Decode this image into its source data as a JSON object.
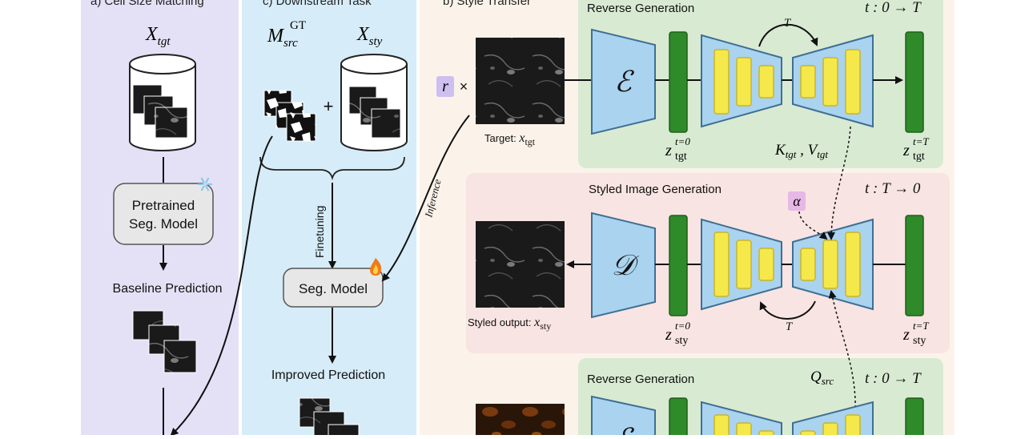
{
  "panels": {
    "a_title": "a) Cell Size Matching",
    "c_title": "c) Downstream Task",
    "b_title": "b) Style Transfer"
  },
  "panel_a": {
    "x_main": "X",
    "x_sub": "tgt",
    "pretrained_l1": "Pretrained",
    "pretrained_l2": "Seg. Model",
    "baseline": "Baseline Prediction"
  },
  "panel_c": {
    "m_main": "M",
    "m_sub": "src",
    "m_sup": "GT",
    "x_main": "X",
    "x_sub": "sty",
    "plus": "+",
    "finetuning": "Finetuning",
    "seg_model": "Seg. Model",
    "improved": "Improved Prediction"
  },
  "panel_b": {
    "r_label": "r",
    "times": "×",
    "target_prefix": "Target: ",
    "target_var": "x",
    "target_sub": "tgt",
    "inference": "Inference",
    "styled_prefix": "Styled output: ",
    "styled_var": "x",
    "styled_sub": "sty",
    "rev_gen_1": "Reverse Generation",
    "rev_time_1": "t : 0 → T",
    "styled_gen": "Styled Image Generation",
    "styled_time": "t : T → 0",
    "rev_gen_2": "Reverse Generation",
    "rev_time_2": "t : 0 → T",
    "encoder": "ℰ",
    "decoder": "𝒟",
    "T_label": "T",
    "z_main": "z",
    "z_sup_0": "t=0",
    "z_sup_T": "t=T",
    "z_sub_tgt": "tgt",
    "z_sub_sty": "sty",
    "kv_K": "K",
    "kv_K_sub": "tgt",
    "kv_comma": " , ",
    "kv_V": "V",
    "kv_V_sub": "tgt",
    "alpha": "α",
    "q_main": "Q",
    "q_sub": "src"
  },
  "colors": {
    "panel_a_bg": "#e4e1f7",
    "panel_c_bg": "#d6ecf8",
    "panel_b_bg": "#fbf3ea",
    "green_section": "#d9ead2",
    "pink_section": "#f8e4e2",
    "trapezoid_fill": "#a9d3ef",
    "trapezoid_stroke": "#3f6f94",
    "green_bar": "#2f8a2a",
    "yellow_bar": "#f5e84a",
    "alpha_box": "#e6b8e6",
    "r_box": "#cdbff0"
  }
}
